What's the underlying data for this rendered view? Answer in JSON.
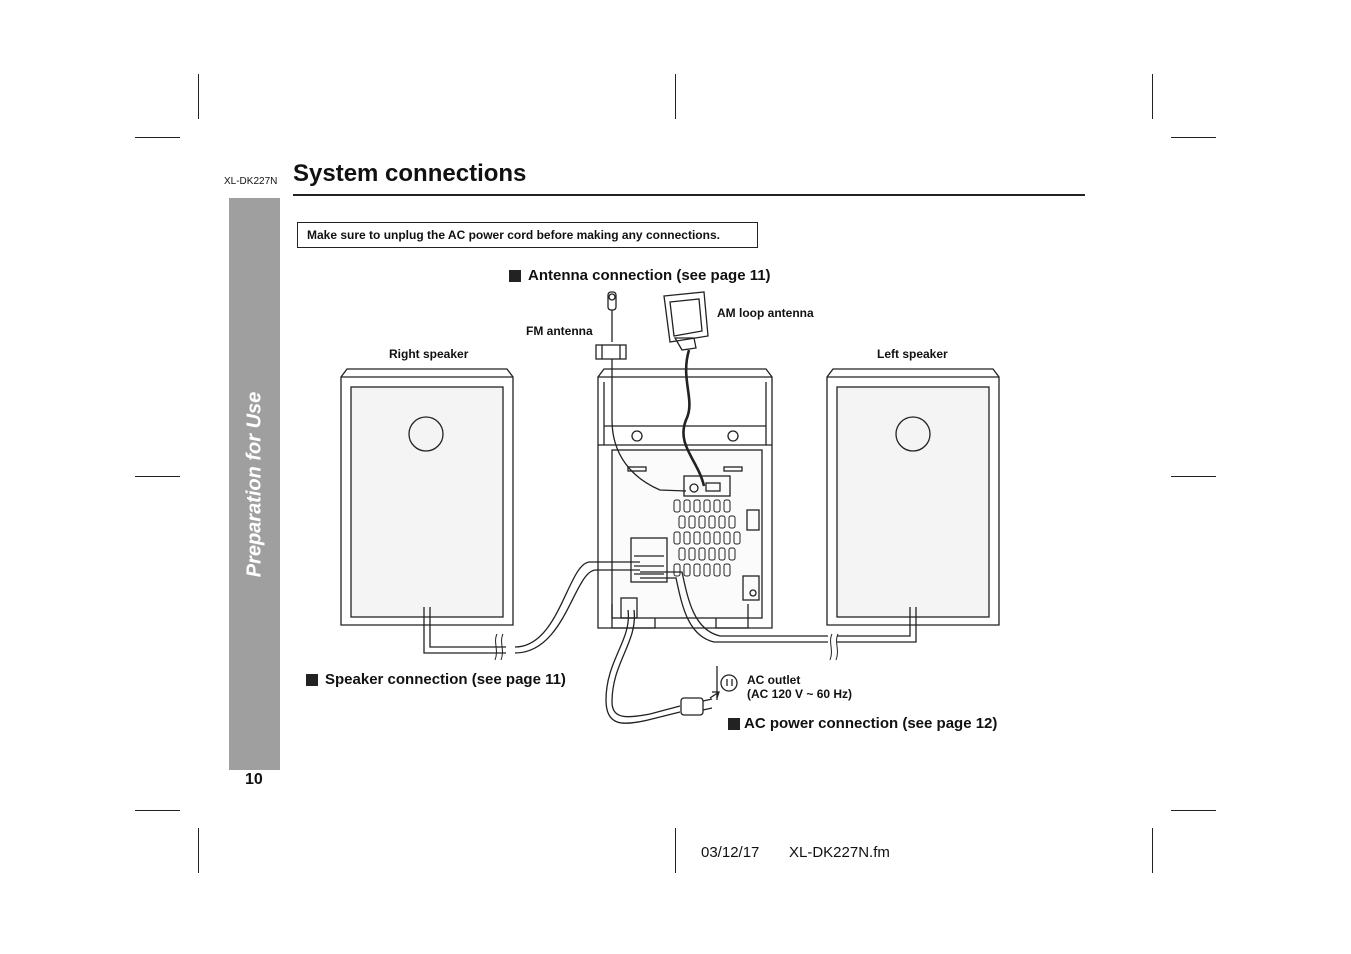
{
  "header": {
    "model_code": "XL-DK227N",
    "title": "System connections"
  },
  "side_tab": {
    "label": "Preparation for Use"
  },
  "page_number": "10",
  "warning": "Make sure to unplug the AC power cord before making any connections.",
  "sections": {
    "antenna": "Antenna connection (see page 11)",
    "speaker": "Speaker connection (see page 11)",
    "ac_power": "AC power connection (see page 12)"
  },
  "labels": {
    "fm_antenna": "FM antenna",
    "am_loop_antenna": "AM loop antenna",
    "right_speaker": "Right speaker",
    "left_speaker": "Left speaker",
    "ac_outlet": "AC outlet",
    "ac_outlet_spec": "(AC 120 V ~ 60 Hz)"
  },
  "footer": {
    "date": "03/12/17",
    "filename": "XL-DK227N.fm"
  }
}
